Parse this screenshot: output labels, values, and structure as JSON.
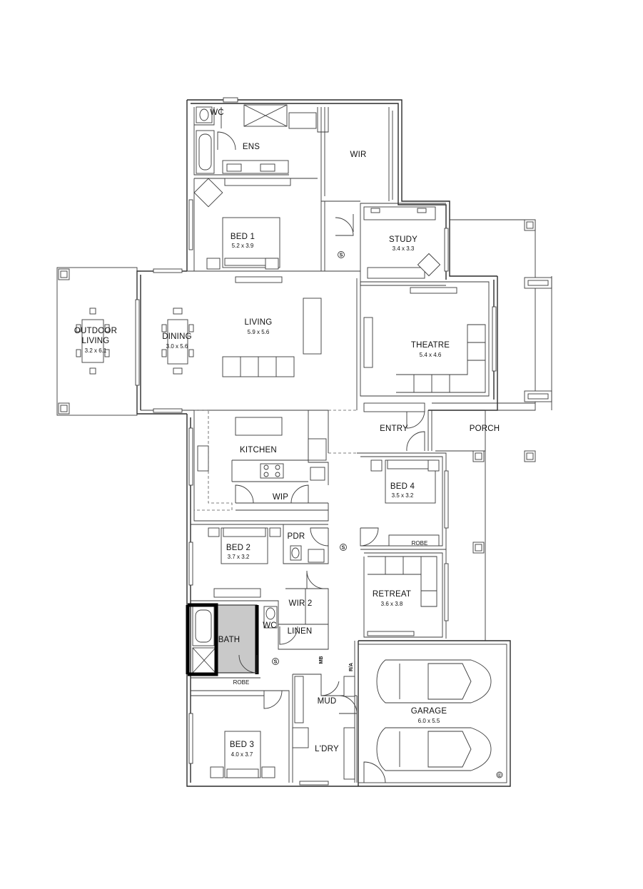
{
  "rooms": {
    "wc": {
      "label": "WC"
    },
    "ens": {
      "label": "ENS"
    },
    "wir": {
      "label": "WIR"
    },
    "bed1": {
      "label": "BED 1",
      "dim": "5.2 x 3.9"
    },
    "study": {
      "label": "STUDY",
      "dim": "3.4 x 3.3"
    },
    "outdoor": {
      "label1": "OUTDOOR",
      "label2": "LIVING",
      "dim": "3.2 x 6.1"
    },
    "dining": {
      "label": "DINING",
      "dim": "3.0 x 5.6"
    },
    "living": {
      "label": "LIVING",
      "dim": "5.9 x 5.6"
    },
    "theatre": {
      "label": "THEATRE",
      "dim": "5.4 x 4.6"
    },
    "kitchen": {
      "label": "KITCHEN"
    },
    "entry": {
      "label": "ENTRY"
    },
    "porch": {
      "label": "PORCH"
    },
    "wip": {
      "label": "WIP"
    },
    "bed4": {
      "label": "BED 4",
      "dim": "3.5 x 3.2"
    },
    "robe4": {
      "label": "ROBE"
    },
    "pdr": {
      "label": "PDR"
    },
    "bed2": {
      "label": "BED 2",
      "dim": "3.7 x 3.2"
    },
    "retreat": {
      "label": "RETREAT",
      "dim": "3.6 x 3.8"
    },
    "wir2": {
      "label": "WIR 2"
    },
    "bath": {
      "label": "BATH"
    },
    "wc2": {
      "label": "WC"
    },
    "linen": {
      "label": "LINEN"
    },
    "robe3": {
      "label": "ROBE"
    },
    "mud": {
      "label": "MUD"
    },
    "garage": {
      "label": "GARAGE",
      "dim": "6.0 x 5.5"
    },
    "bed3": {
      "label": "BED 3",
      "dim": "4.0 x 3.7"
    },
    "ldry": {
      "label": "L'DRY"
    }
  },
  "symbols": {
    "smoke": "S",
    "meter_box": "MB",
    "rainwater": "R/A",
    "copyright": "©"
  }
}
